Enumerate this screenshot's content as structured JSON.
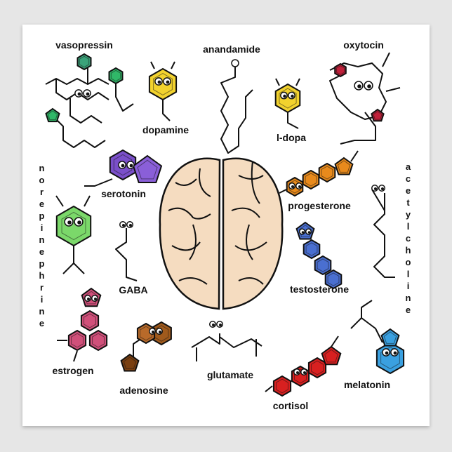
{
  "poster": {
    "labels": {
      "vasopressin": "vasopressin",
      "anandamide": "anandamide",
      "oxytocin": "oxytocin",
      "dopamine": "dopamine",
      "ldopa": "l-dopa",
      "serotonin": "serotonin",
      "progesterone": "progesterone",
      "norepinephrine": "norepinephrine",
      "acetylcholine": "acetylcholine",
      "gaba": "GABA",
      "testosterone": "testosterone",
      "estrogen": "estrogen",
      "adenosine": "adenosine",
      "glutamate": "glutamate",
      "cortisol": "cortisol",
      "melatonin": "melatonin"
    },
    "colors": {
      "vasopressin": "#3aa37a",
      "dopamine": "#f2d22e",
      "ldopa": "#f2d22e",
      "oxytocin": "#c0203a",
      "serotonin": "#7a4fc9",
      "progesterone": "#e88a1c",
      "norepinephrine": "#7bd86a",
      "testosterone": "#4a6fd0",
      "estrogen": "#d0507a",
      "adenosine": "#a05a1c",
      "cortisol": "#d82020",
      "melatonin": "#3aa0e0",
      "brain": "#f5dcc0"
    }
  }
}
